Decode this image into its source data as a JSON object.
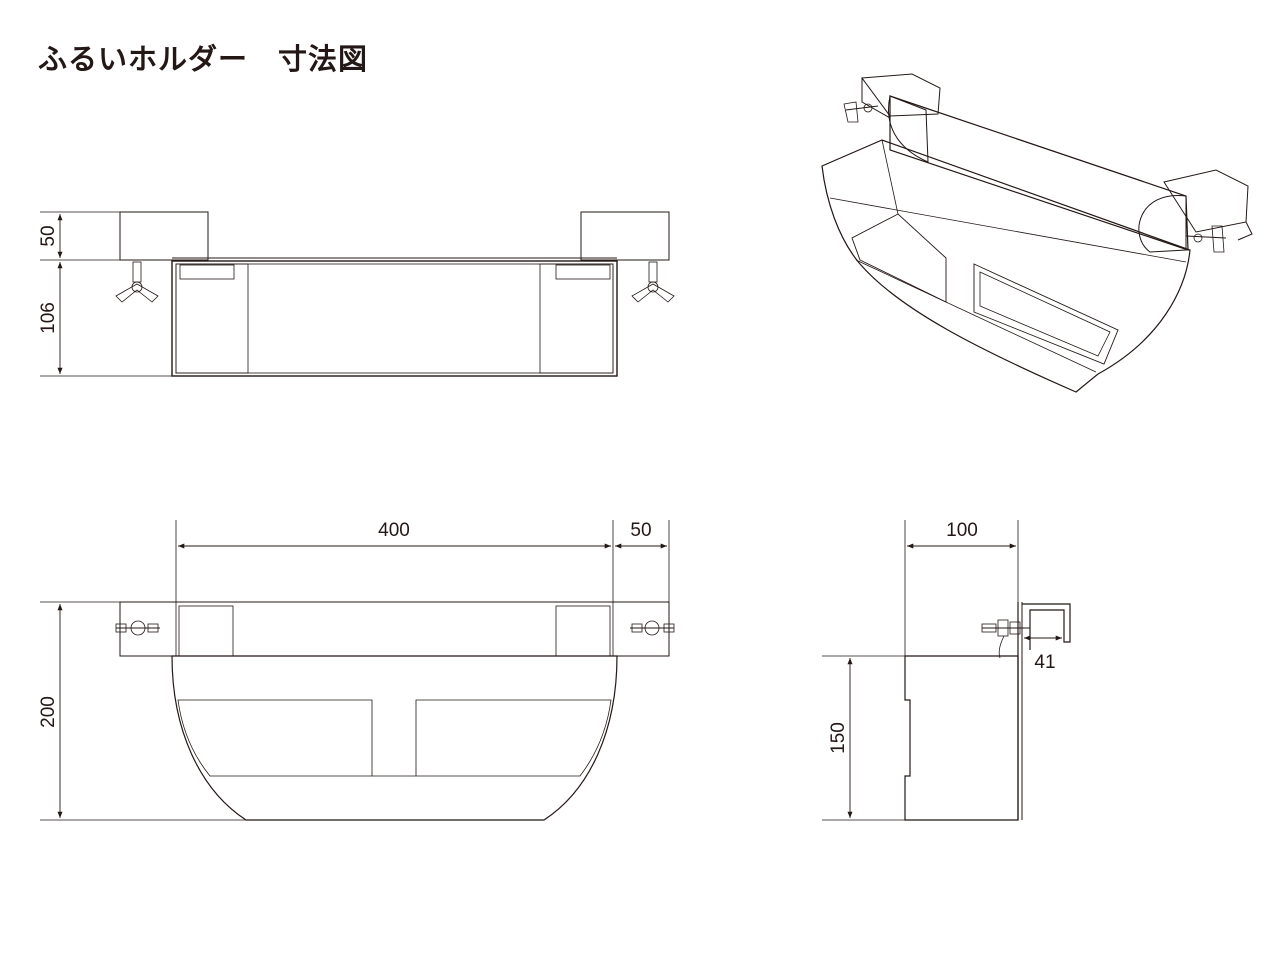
{
  "title": "ふるいホルダー　寸法図",
  "dimensions": {
    "front_top_height": "50",
    "front_body_height": "106",
    "width_main": "400",
    "width_clamp": "50",
    "total_height": "200",
    "side_width": "100",
    "side_height": "150",
    "clamp_gap": "41"
  },
  "colors": {
    "line": "#231815",
    "fill_light": "#ececec",
    "fill_mid": "#c8c8c8",
    "fill_dark": "#8f8f8f"
  }
}
